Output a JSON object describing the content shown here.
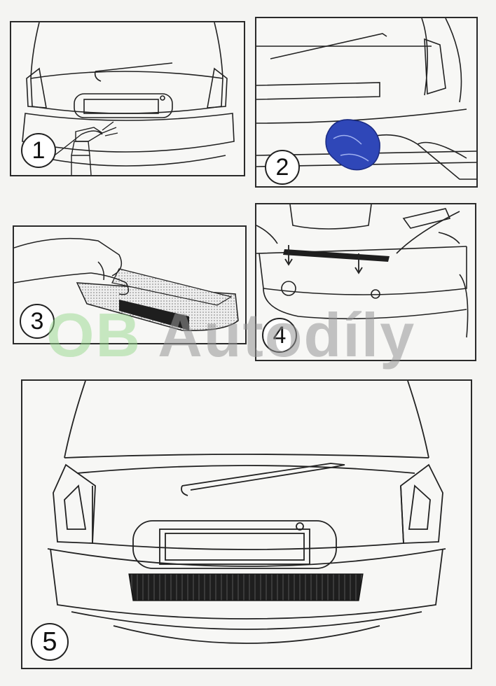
{
  "steps": [
    {
      "number": "1"
    },
    {
      "number": "2"
    },
    {
      "number": "3"
    },
    {
      "number": "4"
    },
    {
      "number": "5"
    }
  ],
  "watermark": {
    "part1": "OB",
    "part2": "Autodíly"
  },
  "colors": {
    "line": "#222222",
    "cloth": "#2f47b8",
    "strip": "#1e1e1e",
    "panel_bg": "#f7f7f5"
  }
}
